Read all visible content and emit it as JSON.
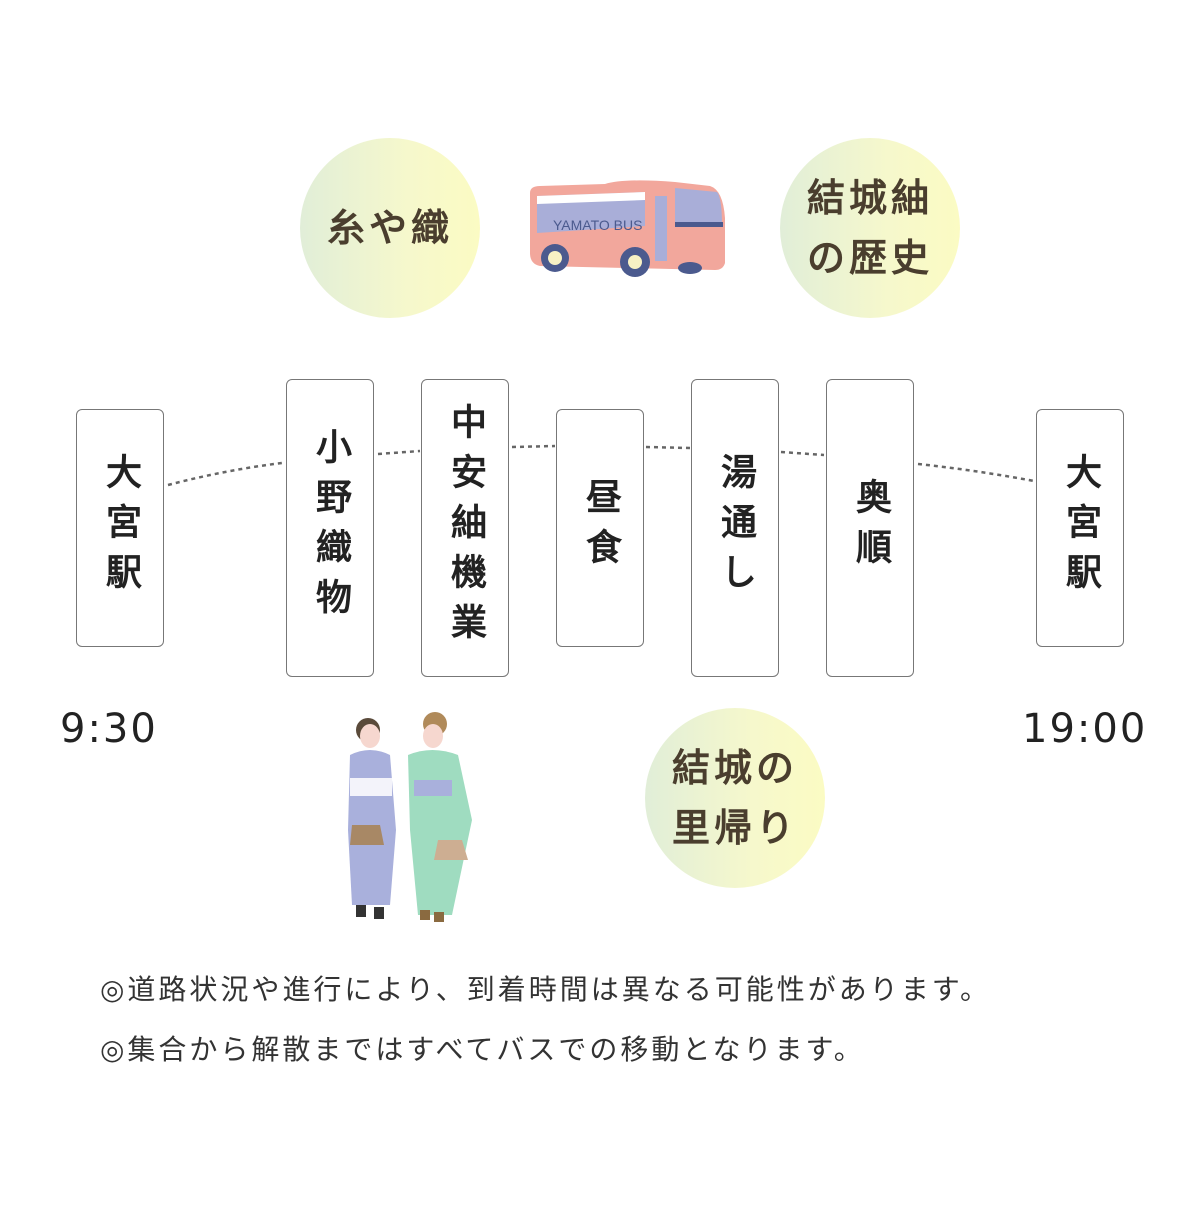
{
  "circles": {
    "ito": [
      "糸や織"
    ],
    "history": [
      "結城紬",
      "の歴史"
    ],
    "satogaeri": [
      "結城の",
      "里帰り"
    ]
  },
  "bus": {
    "label": "YAMATO BUS"
  },
  "stops": [
    "大宮駅",
    "小野織物",
    "中安紬機業",
    "昼食",
    "湯通し",
    "奥順",
    "大宮駅"
  ],
  "times": {
    "start": "9:30",
    "end": "19:00"
  },
  "notes": [
    "◎道路状況や進行により、到着時間は異なる可能性があります。",
    "◎集合から解散まではすべてバスでの移動となります。"
  ],
  "colors": {
    "bus": "#f2a79c",
    "kimono1": "#a9b0dc",
    "kimono2": "#9fdcc0"
  }
}
